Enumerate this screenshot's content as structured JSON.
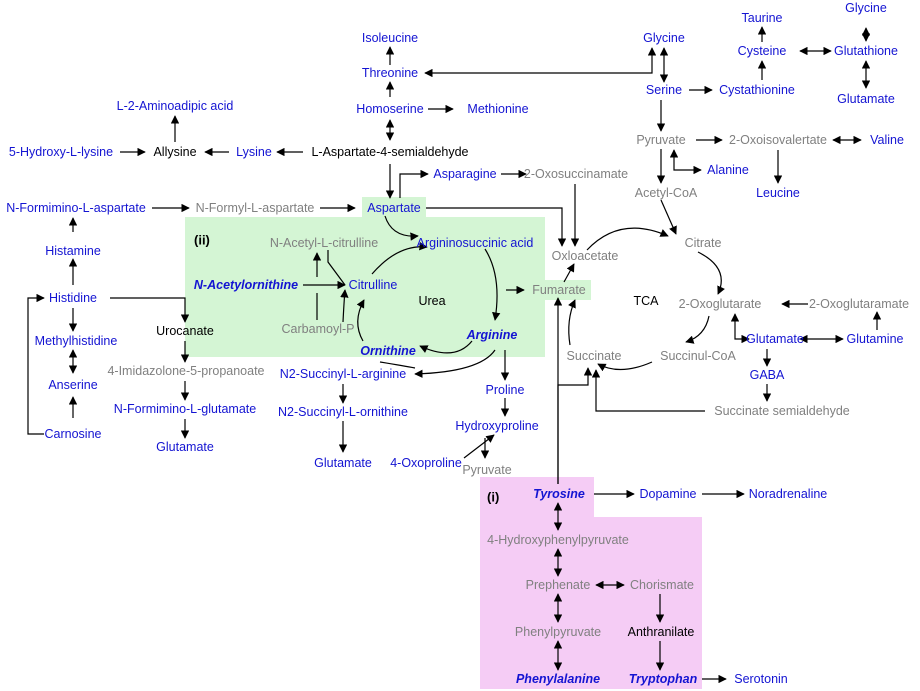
{
  "colors": {
    "blue": "#1414d2",
    "gray": "#808080",
    "black": "#000000",
    "urea_region": "#d4f5d4",
    "aromatic_region": "#f5ccf5"
  },
  "regions": {
    "urea_tag": "(ii)",
    "aromatic_tag": "(i)"
  },
  "cycles": {
    "urea": "Urea",
    "tca": "TCA"
  },
  "nodes": {
    "isoleucine": "Isoleucine",
    "threonine": "Threonine",
    "homoserine": "Homoserine",
    "methionine": "Methionine",
    "aminoadipic": "L-2-Aminoadipic acid",
    "hydroxylysine": "5-Hydroxy-L-lysine",
    "allysine": "Allysine",
    "lysine": "Lysine",
    "aspartate_semialdehyde": "L-Aspartate-4-semialdehyde",
    "asparagine": "Asparagine",
    "oxosuccinamate": "2-Oxosuccinamate",
    "formimino_aspartate": "N-Formimino-L-aspartate",
    "formyl_aspartate": "N-Formyl-L-aspartate",
    "aspartate": "Aspartate",
    "glycine_top": "Glycine",
    "serine": "Serine",
    "cystathionine": "Cystathionine",
    "taurine": "Taurine",
    "cysteine": "Cysteine",
    "glycine_right": "Glycine",
    "glutathione": "Glutathione",
    "glutamate_top": "Glutamate",
    "pyruvate_top": "Pyruvate",
    "oxoisovalerate": "2-Oxoisovalertate",
    "valine": "Valine",
    "alanine": "Alanine",
    "acetyl_coa": "Acetyl-CoA",
    "leucine": "Leucine",
    "acetyl_citrulline": "N-Acetyl-L-citrulline",
    "argininosuccinic": "Argininosuccinic acid",
    "oxaloacetate": "Oxloacetate",
    "citrate": "Citrate",
    "histamine": "Histamine",
    "acetylornithine": "N-Acetylornithine",
    "citrulline": "Citrulline",
    "fumarate": "Fumarate",
    "histidine": "Histidine",
    "urocanate": "Urocanate",
    "oxoglutarate": "2-Oxoglutarate",
    "oxoglutaramate": "2-Oxoglutaramate",
    "methylhistidine": "Methylhistidine",
    "carbamoyl_p": "Carbamoyl-P",
    "arginine": "Arginine",
    "glutamate_right": "Glutamate",
    "glutamine": "Glutamine",
    "imidazolone": "4-Imidazolone-5-propanoate",
    "ornithine": "Ornithine",
    "succinate": "Succinate",
    "succinyl_coa": "Succinul-CoA",
    "anserine": "Anserine",
    "succinyl_arginine": "N2-Succinyl-L-arginine",
    "gaba": "GABA",
    "proline": "Proline",
    "formimino_glutamate": "N-Formimino-L-glutamate",
    "succinyl_ornithine": "N2-Succinyl-L-ornithine",
    "succinate_semialdehyde": "Succinate semialdehyde",
    "carnosine": "Carnosine",
    "hydroxyproline": "Hydroxyproline",
    "glutamate_left": "Glutamate",
    "glutamate_mid": "Glutamate",
    "oxoproline": "4-Oxoproline",
    "pyruvate_bottom": "Pyruvate",
    "tyrosine": "Tyrosine",
    "dopamine": "Dopamine",
    "noradrenaline": "Noradrenaline",
    "hydroxyphenylpyruvate": "4-Hydroxyphenylpyruvate",
    "prephenate": "Prephenate",
    "chorismate": "Chorismate",
    "phenylpyruvate": "Phenylpyruvate",
    "anthranilate": "Anthranilate",
    "phenylalanine": "Phenylalanine",
    "tryptophan": "Tryptophan",
    "serotonin": "Serotonin"
  }
}
